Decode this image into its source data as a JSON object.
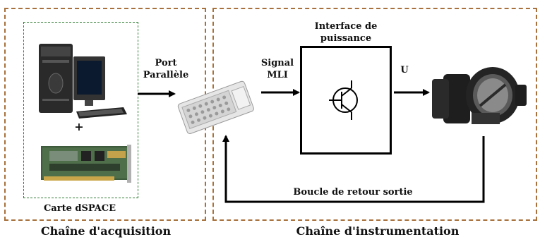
{
  "labels": {
    "carte_dspace": "Carte dSPACE",
    "plus": "+",
    "port_line1": "Port",
    "port_line2": "Parallèle",
    "signal_line1": "Signal",
    "signal_line2": "MLI",
    "interface_line1": "Interface de",
    "interface_line2": "puissance",
    "u": "U",
    "feedback": "Boucle de retour sortie",
    "acquisition_chain": "Chaîne d'acquisition",
    "instrumentation_chain": "Chaîne d'instrumentation"
  },
  "colors": {
    "frame": "#a8703c",
    "card_frame": "#2e7d32",
    "arrow": "#000000"
  },
  "icons": [
    "computer-icon",
    "dspace-board-icon",
    "parallel-port-connector-icon",
    "transistor-icon",
    "throttle-valve-icon"
  ]
}
